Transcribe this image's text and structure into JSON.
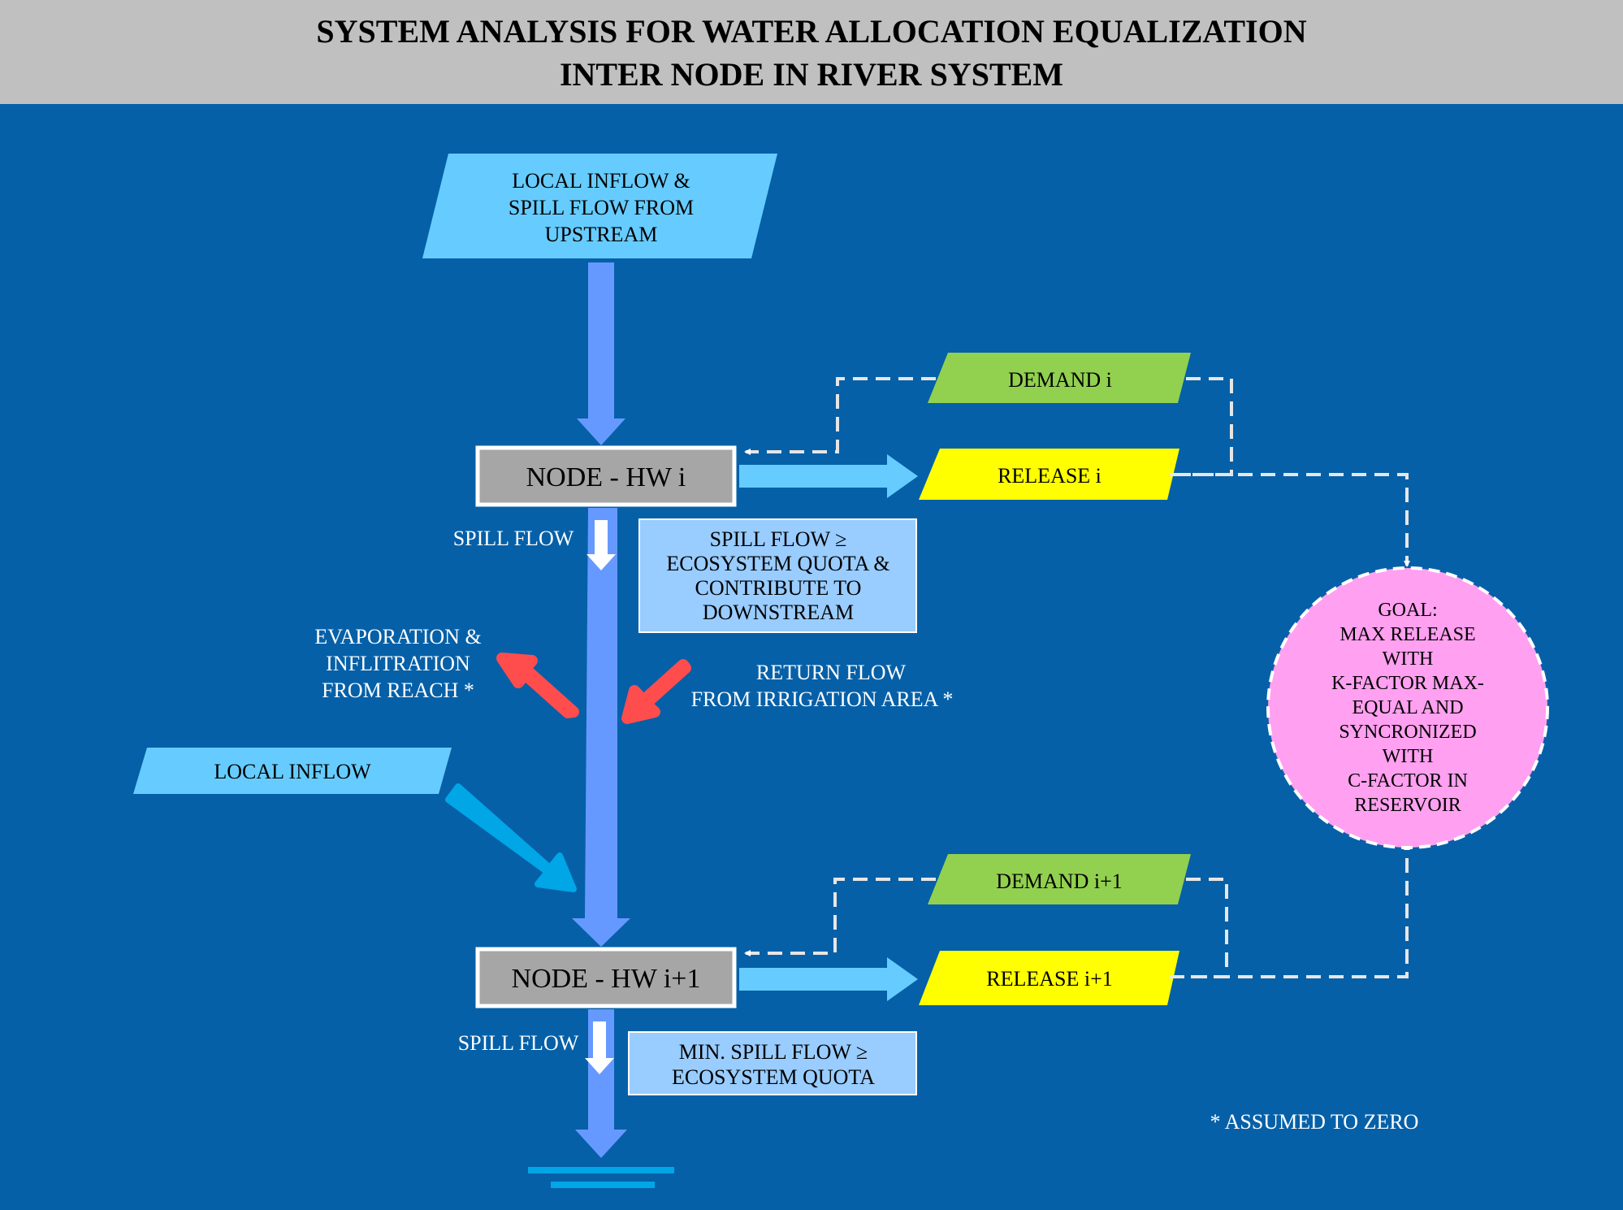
{
  "title": {
    "line1": "SYSTEM ANALYSIS FOR WATER ALLOCATION EQUALIZATION",
    "line2": "INTER NODE IN RIVER SYSTEM"
  },
  "inflow_top": [
    "LOCAL INFLOW &",
    "SPILL FLOW FROM",
    "UPSTREAM"
  ],
  "node_i": "NODE - HW i",
  "node_i1": "NODE - HW i+1",
  "demand_i": "DEMAND i",
  "release_i": "RELEASE i",
  "demand_i1": "DEMAND i+1",
  "release_i1": "RELEASE i+1",
  "spill_flow_1": "SPILL FLOW",
  "spill_flow_2": "SPILL FLOW",
  "spill_note_1": [
    "SPILL FLOW ≥",
    "ECOSYSTEM QUOTA &",
    "CONTRIBUTE TO",
    "DOWNSTREAM"
  ],
  "spill_note_2": [
    "MIN. SPILL FLOW ≥",
    "ECOSYSTEM QUOTA"
  ],
  "evaporation": [
    "EVAPORATION &",
    "INFLITRATION",
    "FROM REACH *"
  ],
  "return_flow": [
    "RETURN FLOW",
    "FROM IRRIGATION AREA *"
  ],
  "local_inflow": "LOCAL INFLOW",
  "goal": [
    "GOAL:",
    "MAX RELEASE",
    "WITH",
    "K-FACTOR MAX-",
    "EQUAL AND",
    "SYNCRONIZED",
    "WITH",
    "C-FACTOR IN",
    "RESERVOIR"
  ],
  "footnote": "* ASSUMED TO ZERO",
  "colors": {
    "background": "#0560a8",
    "title_bar": "#c0c0c0",
    "main_flow": "#6699ff",
    "light_box": "#66ccff",
    "note_box": "#99ccff",
    "demand": "#92d050",
    "release": "#ffff00",
    "node": "#a6a6a6",
    "loss_arrow": "#ff4d4d",
    "goal": "#ffa0f0",
    "local_arrow": "#00a6e6"
  }
}
